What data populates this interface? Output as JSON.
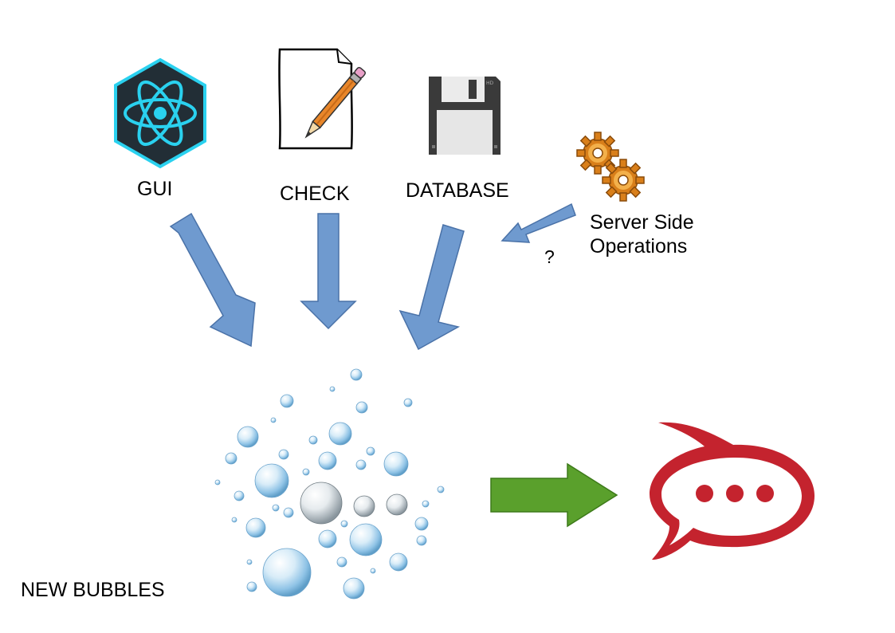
{
  "labels": {
    "gui": "GUI",
    "check": "CHECK",
    "database": "DATABASE",
    "server_line1": "Server Side",
    "server_line2": "Operations",
    "question": "?",
    "new_bubbles": "NEW BUBBLES"
  },
  "colors": {
    "arrow_blue": "#6f9acf",
    "arrow_blue_stroke": "#4a72a8",
    "arrow_green": "#5aa02c",
    "arrow_green_stroke": "#3d7a1a",
    "react_hex": "#222e36",
    "react_cyan": "#2ad1ef",
    "gear_orange": "#e08a1e",
    "floppy": "#3a3a3a",
    "rocket_red": "#c4232e"
  },
  "icons": {
    "gui": "react-logo-icon",
    "check": "paper-pencil-icon",
    "database": "floppy-disk-icon",
    "server": "gears-icon",
    "chat": "rocketchat-icon",
    "bubbles": "bubbles-icon"
  }
}
